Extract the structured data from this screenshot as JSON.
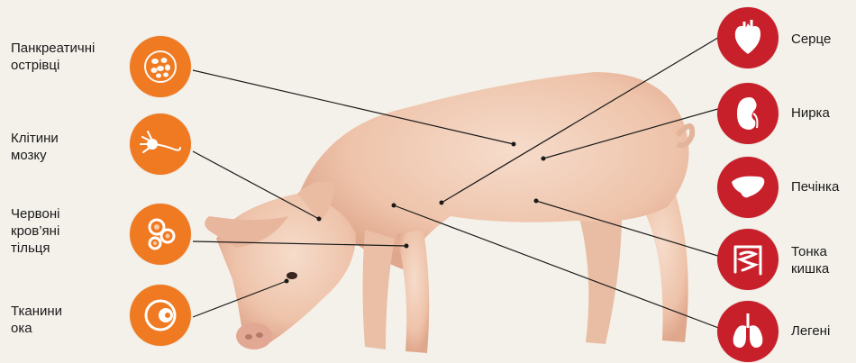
{
  "colors": {
    "orange": "#f07a22",
    "red": "#c8202b",
    "background": "#f4f1ea",
    "pig": "#f2cdb7"
  },
  "left_items": [
    {
      "label": "Панкреатичні\nострівці",
      "icon": "pancreatic-islets-icon"
    },
    {
      "label": "Клітини\nмозку",
      "icon": "neuron-icon"
    },
    {
      "label": "Червоні\nкров’яні\nтільця",
      "icon": "red-blood-cells-icon"
    },
    {
      "label": "Тканини\nока",
      "icon": "eye-icon"
    }
  ],
  "right_items": [
    {
      "label": "Серце",
      "icon": "heart-icon"
    },
    {
      "label": "Нирка",
      "icon": "kidney-icon"
    },
    {
      "label": "Печінка",
      "icon": "liver-icon"
    },
    {
      "label": "Тонка\nкишка",
      "icon": "small-intestine-icon"
    },
    {
      "label": "Легені",
      "icon": "lungs-icon"
    }
  ]
}
